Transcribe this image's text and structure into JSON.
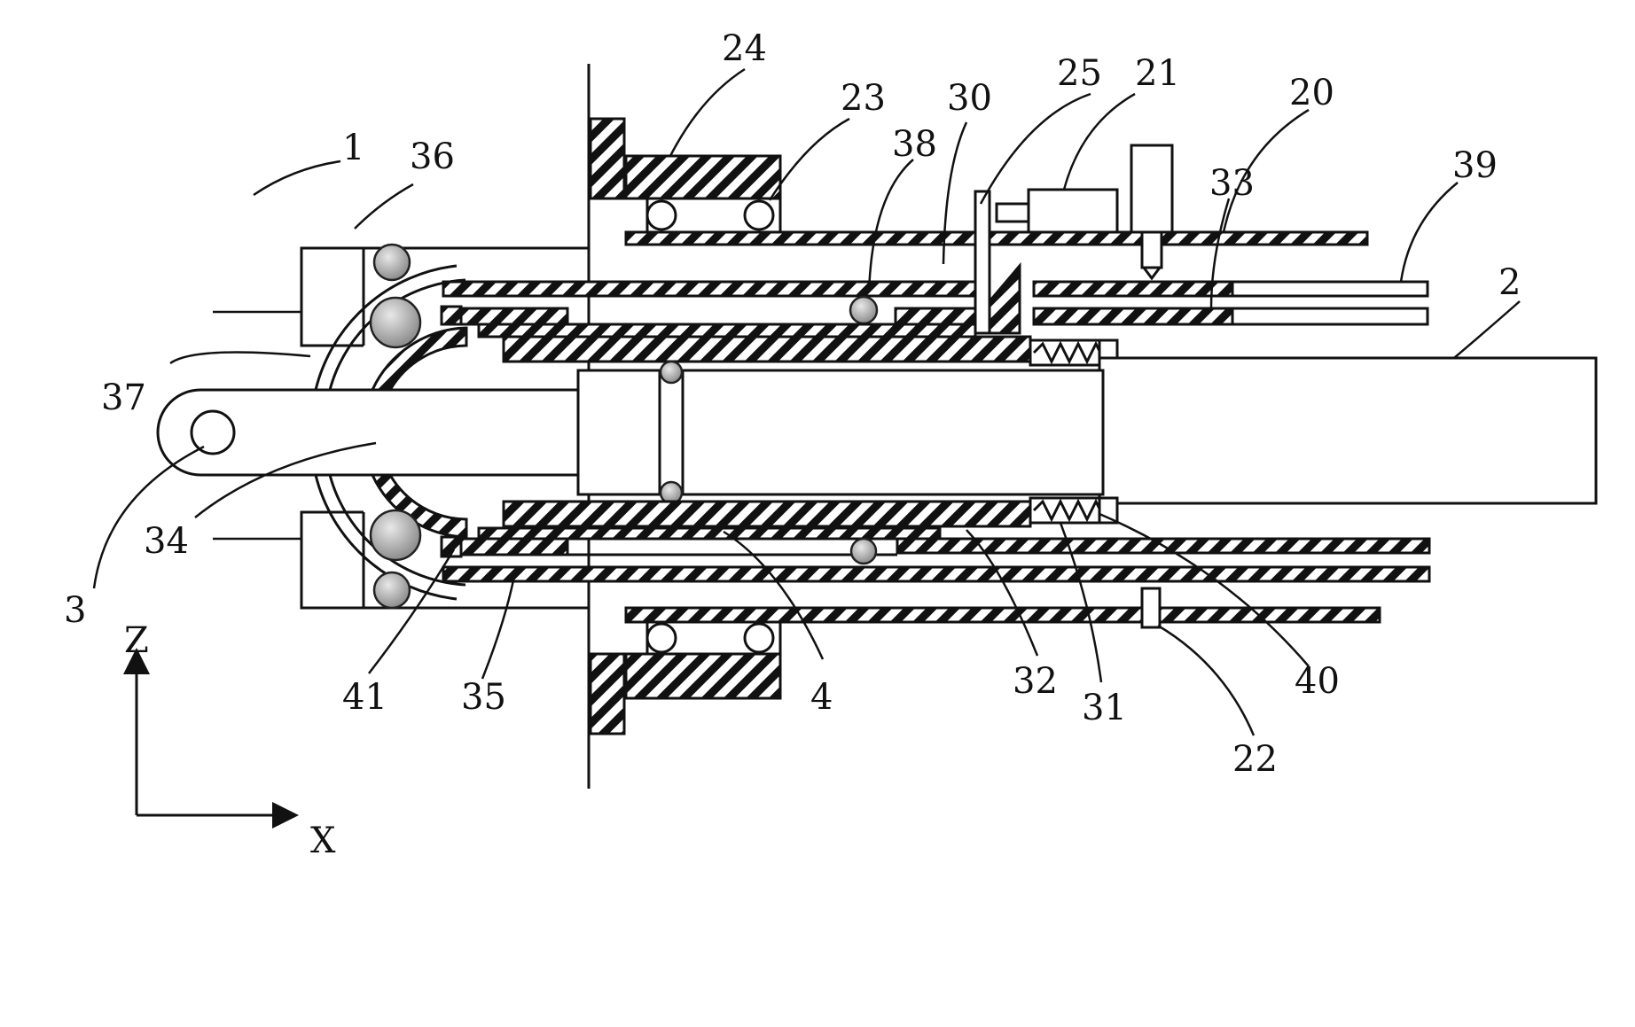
{
  "labels": {
    "l1": "1",
    "l2": "2",
    "l3": "3",
    "l4": "4",
    "l20": "20",
    "l21": "21",
    "l22": "22",
    "l23": "23",
    "l24": "24",
    "l25": "25",
    "l30": "30",
    "l31": "31",
    "l32": "32",
    "l33": "33",
    "l34": "34",
    "l35": "35",
    "l36": "36",
    "l37": "37",
    "l38": "38",
    "l39": "39",
    "l40": "40",
    "l41": "41"
  },
  "axes": {
    "z": "Z",
    "x": "X"
  },
  "colors": {
    "ink": "#111111",
    "ball": "#b0b0b0",
    "background": "#ffffff"
  }
}
